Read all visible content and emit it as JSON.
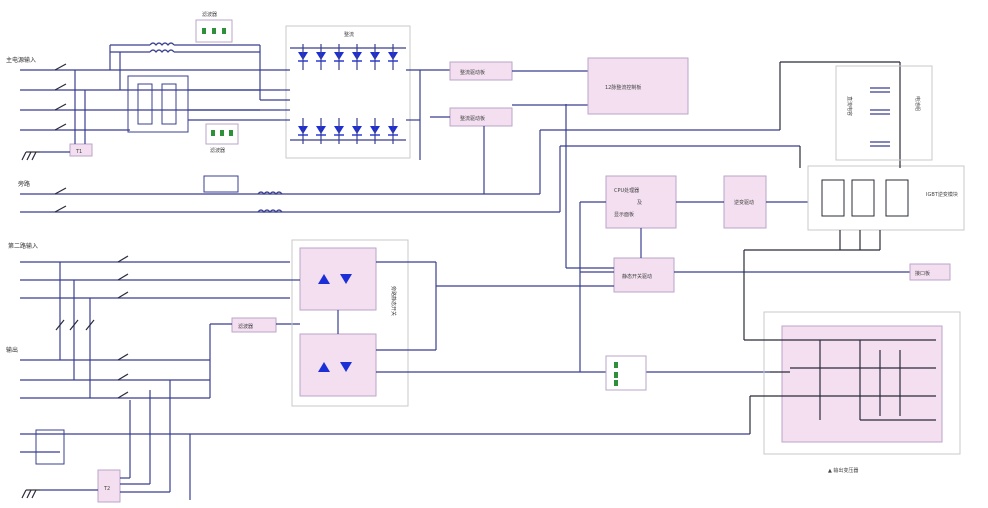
{
  "labels": {
    "left_main_input": "主电源输入",
    "left_bypass": "旁路",
    "left_second_input": "第二路输入",
    "ground_symbol": "",
    "rectifier_title": "整流",
    "rect_driver_1": "整流驱动板",
    "rect_driver_2": "整流驱动板",
    "rect_control": "12脉整流控制板",
    "cpu_board_line1": "CPU处理器",
    "cpu_board_line2": "及",
    "cpu_board_line3": "显示面板",
    "inverter_drive": "逆变驱动",
    "inverter_module": "IGBT逆变模块",
    "static_switch_driver": "静态开关驱动",
    "capacitor_bank": "直流电容",
    "battery_pack": "电池组",
    "filter_top": "滤波器",
    "filter_mid": "滤波器",
    "filter_bottom": "滤波器",
    "interface_board": "接口板",
    "transformer_caption": "▲ 输出变压器",
    "bottom_t1": "T1",
    "bottom_t2": "T2",
    "scr_block_label": "旁路静态开关",
    "output_label": "输出"
  }
}
